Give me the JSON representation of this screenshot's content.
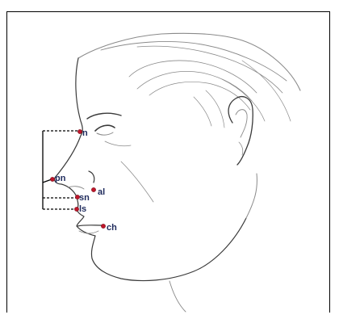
{
  "landmarks": {
    "n": "n",
    "pn": "pn",
    "al": "al",
    "sn": "sn",
    "ls": "ls",
    "ch": "ch"
  },
  "colors": {
    "point": "#c0162b",
    "label": "#1e2a5c",
    "sketch": "#8a8a8a",
    "frame": "#000000"
  }
}
